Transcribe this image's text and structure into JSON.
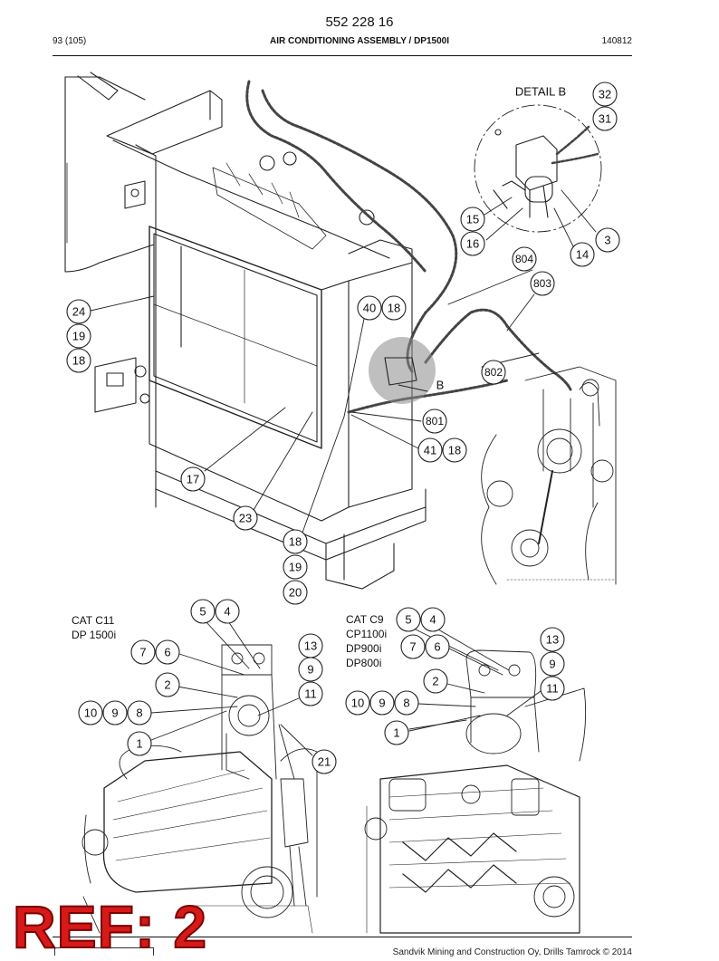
{
  "header": {
    "document_number": "552 228 16",
    "page": "93 (105)",
    "title": "AIR CONDITIONING ASSEMBLY / DP1500I",
    "date": "140812"
  },
  "top_view": {
    "detail_title": "DETAIL B",
    "detail_marker": "B",
    "callouts": [
      "32",
      "31",
      "15",
      "16",
      "3",
      "14",
      "804",
      "803",
      "24",
      "19",
      "18",
      "40",
      "18",
      "802",
      "801",
      "41",
      "18",
      "17",
      "23",
      "18",
      "19",
      "20"
    ]
  },
  "left_view": {
    "caption": [
      "CAT C11",
      "DP 1500i"
    ],
    "callouts": [
      "5",
      "4",
      "7",
      "6",
      "13",
      "9",
      "2",
      "11",
      "10",
      "9",
      "8",
      "1",
      "21"
    ]
  },
  "right_view": {
    "caption": [
      "CAT C9",
      "CP1100i",
      "DP900i",
      "DP800i"
    ],
    "callouts": [
      "5",
      "4",
      "13",
      "7",
      "6",
      "9",
      "2",
      "11",
      "10",
      "9",
      "8",
      "1"
    ]
  },
  "overlay": {
    "label": "REF: 2",
    "color": "#d61a1a"
  },
  "footer": {
    "text": "Sandvik Mining and Construction Oy, Drills Tamrock © 2014"
  }
}
